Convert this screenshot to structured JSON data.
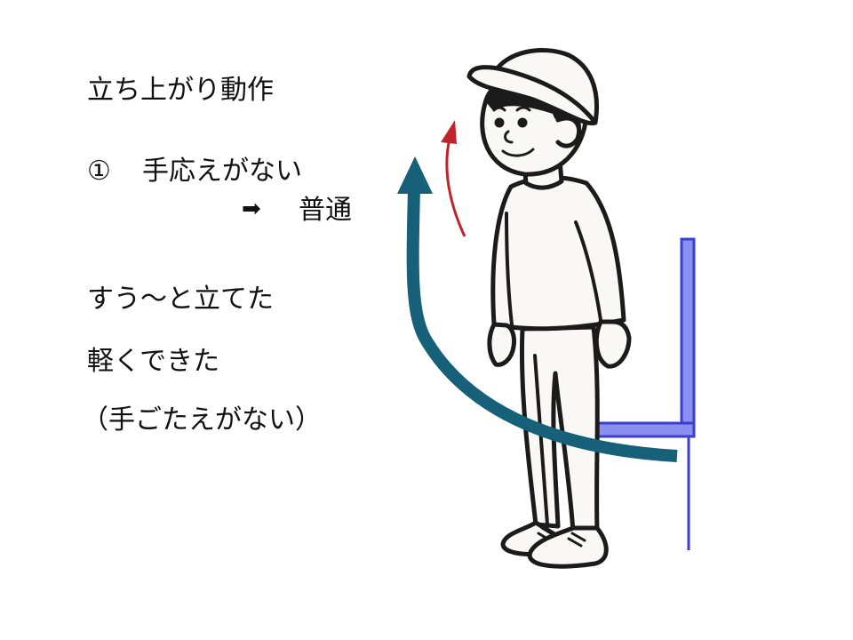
{
  "slide": {
    "title": "立ち上がり動作",
    "item_number": "①",
    "item_label": "手応えがない",
    "result_arrow": "➡",
    "result_label": "普通",
    "notes": [
      "すう～と立てた",
      "軽くできた",
      "（手ごたえがない）"
    ]
  },
  "illustration": {
    "subject": "person-standing-in-cap",
    "chair_color": "#3a3fd0",
    "chair_fill": "#8a8ff0",
    "big_arrow_color": "#17607a",
    "small_arrow_color": "#c0232b"
  }
}
